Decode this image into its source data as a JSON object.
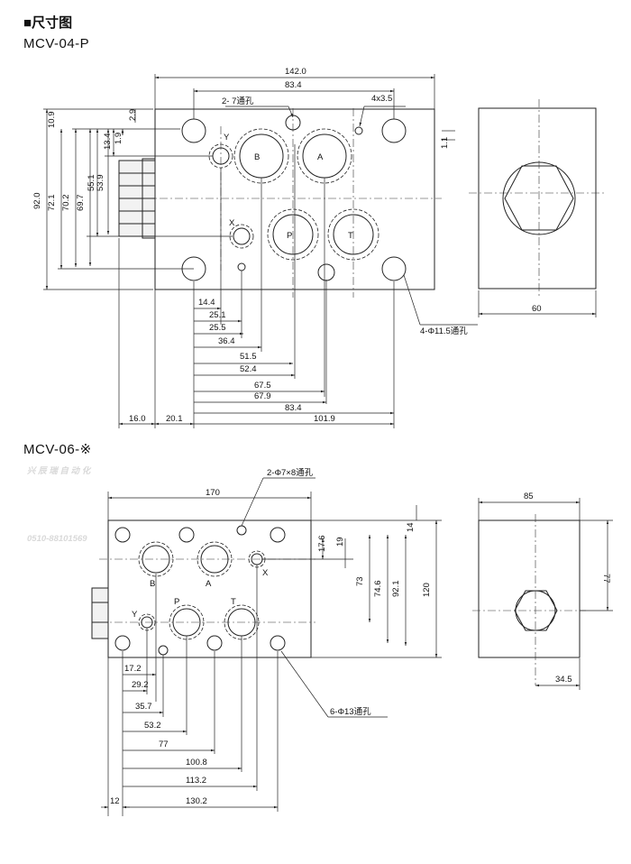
{
  "page": {
    "title": "尺寸图",
    "model_1": "MCV-04-P",
    "model_2": "MCV-06-※"
  },
  "watermark": {
    "company": "兴 辰 瑞  自 动 化",
    "phone": "0510-88101569"
  },
  "mcv04": {
    "top_dims": [
      "142.0",
      "83.4"
    ],
    "hole_notes": [
      "2- 7通孔",
      "4x3.5",
      "4-Φ11.5通孔"
    ],
    "port_labels": [
      "Y",
      "B",
      "A",
      "X",
      "P",
      "T"
    ],
    "left_dims": [
      "92.0",
      "72.1",
      "70.2",
      "69.7",
      "55.1",
      "53.9",
      "13.4",
      "1.9",
      "10.9",
      "2.9"
    ],
    "right_small_dim": "1.1",
    "bottom_dims": [
      "14.4",
      "25.1",
      "25.5",
      "36.4",
      "51.5",
      "52.4",
      "67.5",
      "67.9",
      "83.4",
      "101.9"
    ],
    "base_dims": [
      "16.0",
      "20.1"
    ],
    "side_width": "60"
  },
  "mcv06": {
    "top_dim": "170",
    "hole_notes": [
      "2-Φ7×8通孔",
      "6-Φ13通孔"
    ],
    "port_labels": [
      "B",
      "A",
      "X",
      "Y",
      "P",
      "T"
    ],
    "right_dims": [
      "17.6",
      "19",
      "14",
      "73",
      "74.6",
      "92.1",
      "120"
    ],
    "bottom_dims": [
      "17.2",
      "29.2",
      "35.7",
      "53.2",
      "77",
      "100.8",
      "113.2",
      "130.2"
    ],
    "left_margin": "12",
    "side_dims": [
      "85",
      "77",
      "34.5"
    ]
  }
}
